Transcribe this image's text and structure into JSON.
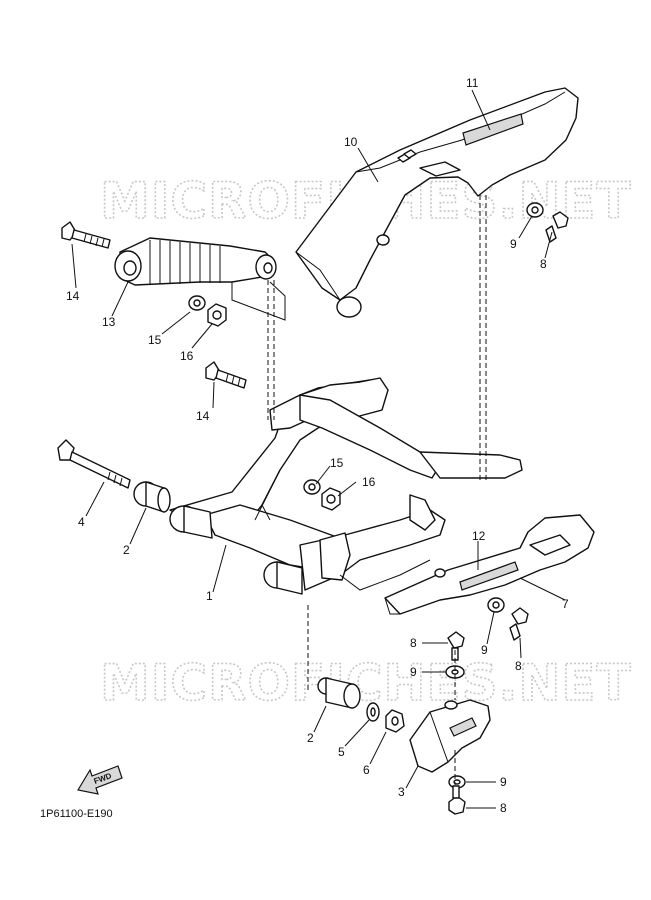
{
  "watermarks": [
    "MICROFICHES.NET",
    "MICROFICHES.NET"
  ],
  "diagram_code": "1P61100-E190",
  "fwd_label": "FWD",
  "callouts": {
    "c1": "1",
    "c2a": "2",
    "c2b": "2",
    "c3": "3",
    "c4": "4",
    "c5": "5",
    "c6": "6",
    "c7": "7",
    "c8a": "8",
    "c8b": "8",
    "c8c": "8",
    "c8d": "8",
    "c9a": "9",
    "c9b": "9",
    "c9c": "9",
    "c9d": "9",
    "c10": "10",
    "c11": "11",
    "c12": "12",
    "c13": "13",
    "c14a": "14",
    "c14b": "14",
    "c15a": "15",
    "c15b": "15",
    "c16a": "16",
    "c16b": "16"
  }
}
